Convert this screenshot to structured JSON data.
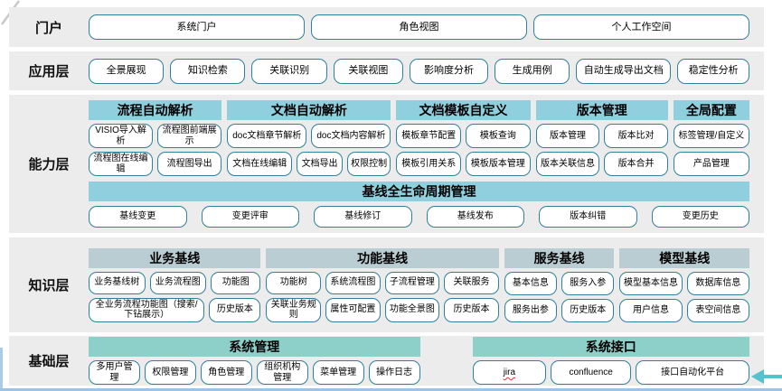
{
  "colors": {
    "layer_background": "#ececec",
    "node_border": "#2f8099",
    "capability_header": "#8fcfde",
    "knowledge_header": "#b9cdd3",
    "base_header": "#8dd0ca",
    "bottom_line": "#9dc3e6",
    "arrow": "#54c2cf"
  },
  "layers": [
    {
      "id": "portal",
      "label": "门户",
      "buttons": [
        "系统门户",
        "角色视图",
        "个人工作空间"
      ]
    },
    {
      "id": "app",
      "label": "应用层",
      "buttons": [
        {
          "t": "全景展现",
          "f": 1
        },
        {
          "t": "知识检索",
          "f": 1
        },
        {
          "t": "关联识别",
          "f": 1
        },
        {
          "t": "关联视图",
          "f": 0.92
        },
        {
          "t": "影响度分析",
          "f": 1.05
        },
        {
          "t": "生成用例",
          "f": 1
        },
        {
          "t": "自动生成导出文档",
          "f": 1.3
        },
        {
          "t": "稳定性分析",
          "f": 0.95
        }
      ]
    },
    {
      "id": "capability",
      "label": "能力层",
      "header_color": "#8fcfde",
      "groups": [
        {
          "title": "流程自动解析",
          "flex": 147,
          "rows": [
            [
              "VISIO导入解析",
              "流程图前端展示"
            ],
            [
              "流程图在线编辑",
              "流程图导出"
            ]
          ]
        },
        {
          "title": "文档自动解析",
          "flex": 181,
          "rows": [
            [
              "doc文档章节解析",
              "doc文档内容解析"
            ],
            [
              {
                "t": "文档在线编辑",
                "f": 1.5
              },
              {
                "t": "文档导出",
                "f": 1
              },
              {
                "t": "权限控制",
                "f": 0.95
              }
            ]
          ]
        },
        {
          "title": "文档模板自定义",
          "flex": 148,
          "rows": [
            [
              "模板章节配置",
              "模板查询"
            ],
            [
              "模板引用关系",
              "模板版本管理"
            ]
          ]
        },
        {
          "title": "版本管理",
          "flex": 146,
          "rows": [
            [
              "版本管理",
              "版本比对"
            ],
            [
              "版本关联信息",
              "版本合并"
            ]
          ]
        },
        {
          "title": "全局配置",
          "flex": 84,
          "rows": [
            [
              "标签管理/自定义"
            ],
            [
              "产品管理"
            ]
          ]
        }
      ],
      "band": {
        "title": "基线全生命周期管理",
        "items": [
          "基线变更",
          "变更评审",
          "基线修订",
          "基线发布",
          "版本纠错",
          "变更历史"
        ]
      }
    },
    {
      "id": "knowledge",
      "label": "知识层",
      "header_color": "#b9cdd3",
      "groups": [
        {
          "title": "业务基线",
          "flex": 191,
          "rows": [
            [
              {
                "t": "业务基线树",
                "f": 1.15
              },
              {
                "t": "业务流程图",
                "f": 1.15
              },
              {
                "t": "功能图",
                "f": 1
              }
            ],
            [
              {
                "t": "全业务流程功能图（搜索/下钻展示）",
                "f": 2.45
              },
              {
                "t": "历史版本",
                "f": 1
              }
            ]
          ]
        },
        {
          "title": "功能基线",
          "flex": 258,
          "rows": [
            [
              "功能树",
              "系统流程图",
              "子流程管理",
              "关联服务"
            ],
            [
              "关联业务规则",
              "属性可配置",
              "功能全景图",
              "历史版本"
            ]
          ]
        },
        {
          "title": "服务基线",
          "flex": 122,
          "rows": [
            [
              "基本信息",
              "服务入参"
            ],
            [
              "服务出参",
              "历史版本"
            ]
          ]
        },
        {
          "title": "模型基线",
          "flex": 144,
          "rows": [
            [
              "模型基本信息",
              "数据库信息"
            ],
            [
              "用户信息",
              "表空间信息"
            ]
          ]
        }
      ]
    },
    {
      "id": "base",
      "label": "基础层",
      "header_color": "#8dd0ca",
      "groups": [
        {
          "title": "系统管理",
          "flex": 366,
          "rows": [
            [
              "多用户管理",
              "权限管理",
              "角色管理",
              "组织机构管理",
              "菜单管理",
              "操作日志"
            ]
          ]
        },
        {
          "title": "系统接口",
          "flex": 306,
          "gap_before": true,
          "rows": [
            [
              {
                "t": "jira",
                "wavy": true,
                "f": 1
              },
              {
                "t": "confluence",
                "f": 1.1
              },
              {
                "t": "接口自动化平台",
                "f": 1.6
              }
            ]
          ]
        }
      ]
    }
  ]
}
